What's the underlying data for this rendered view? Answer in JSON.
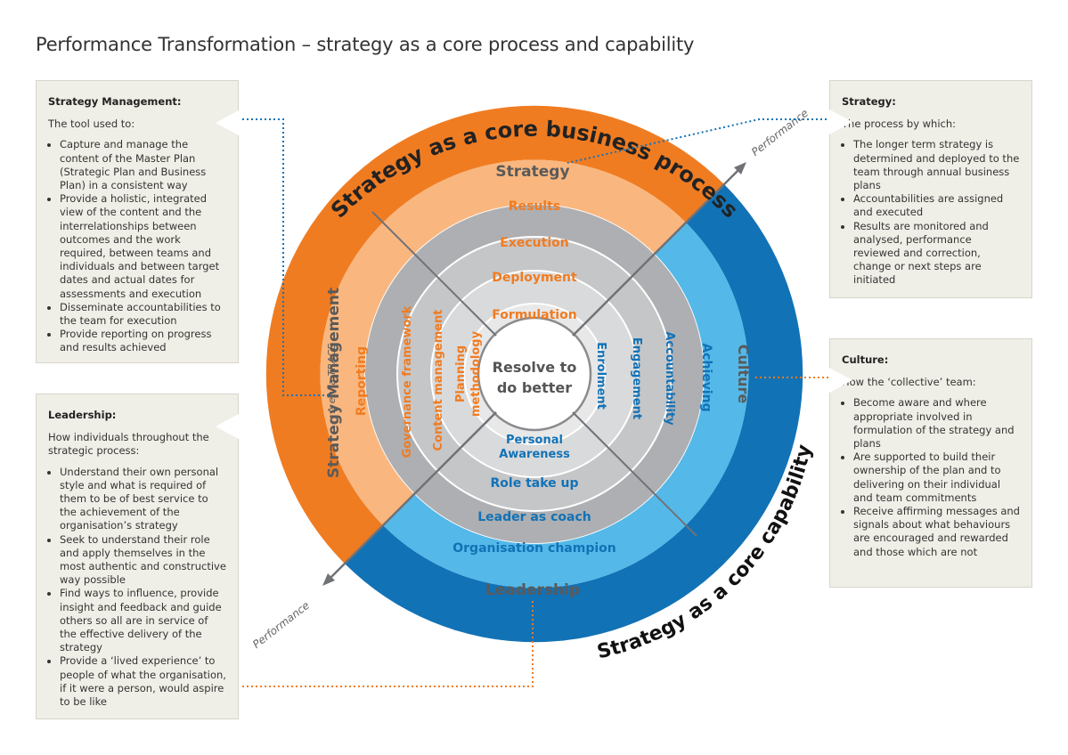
{
  "title": "Performance Transformation – strategy as a core process and capability",
  "colors": {
    "orange": "#f07c22",
    "orange_light": "#f9b77f",
    "blue": "#1272b6",
    "blue_light": "#54b8e8",
    "grey_dark": "#aeafb2",
    "grey_mid": "#c5c6c8",
    "grey_light": "#d9dadb",
    "grey_inner": "#e8e8e9"
  },
  "boxes": {
    "strategy_management": {
      "heading": "Strategy Management:",
      "intro": "The tool  used to:",
      "items": [
        "Capture and manage the content of the Master Plan (Strategic Plan and Business Plan) in a consistent way",
        "Provide a holistic, integrated view of the content and the interrelationships between outcomes and the work required, between teams and individuals and between target dates and actual dates for assessments and execution",
        "Disseminate accountabilities to the team for execution",
        "Provide reporting on progress and results achieved"
      ]
    },
    "leadership": {
      "heading": "Leadership:",
      "intro": "How individuals throughout the strategic process:",
      "items": [
        "Understand their own personal style and what is required of them  to  be of best service to the achievement of the organisation’s strategy",
        "Seek to understand their role and apply themselves in the most authentic  and constructive way possible",
        "Find ways to influence, provide insight and feedback and guide others so all are in service of the effective delivery of the strategy",
        "Provide a ‘lived experience’  to people of what the organisation, if it were a person, would aspire to be like"
      ]
    },
    "strategy": {
      "heading": "Strategy:",
      "intro": "The process by which:",
      "items": [
        "The longer term strategy is determined and deployed to the team through annual business plans",
        "Accountabilities are assigned and executed",
        "Results are monitored and analysed,  performance reviewed and correction, change  or next steps are initiated"
      ]
    },
    "culture": {
      "heading": "Culture:",
      "intro": "How the ‘collective’ team:",
      "items": [
        "Become aware and where appropriate involved in formulation of the strategy and plans",
        "Are supported to build their ownership of the plan and to delivering on their individual and team commitments",
        "Receive affirming messages and signals about what behaviours are encouraged and rewarded and those which are not"
      ]
    }
  },
  "diagram": {
    "outer_top": "Strategy as a core business process",
    "outer_bottom": "Strategy as a core capability",
    "ring2_top": "Strategy",
    "ring2_left": "Strategy Management",
    "ring2_left_sub": "∆ etvia TRACE",
    "ring2_right": "Culture",
    "ring2_bottom": "Leadership",
    "ring3_top": "Results",
    "ring3_left": "Reporting",
    "ring3_right": "Achieving",
    "ring3_bottom": "Organisation champion",
    "ring4_top": "Execution",
    "ring4_left": "Governance framework",
    "ring4_right": "Accountability",
    "ring4_bottom": "Leader as coach",
    "ring5_top": "Deployment",
    "ring5_left": "Content management",
    "ring5_right": "Engagement",
    "ring5_bottom": "Role take up",
    "ring6_top": "Formulation",
    "ring6_left_a": "Planning",
    "ring6_left_b": "methodology",
    "ring6_right": "Enrolment",
    "ring6_bottom_a": "Personal",
    "ring6_bottom_b": "Awareness",
    "center_a": "Resolve to",
    "center_b": "do better",
    "performance_top": "Performance",
    "performance_bottom": "Performance"
  }
}
